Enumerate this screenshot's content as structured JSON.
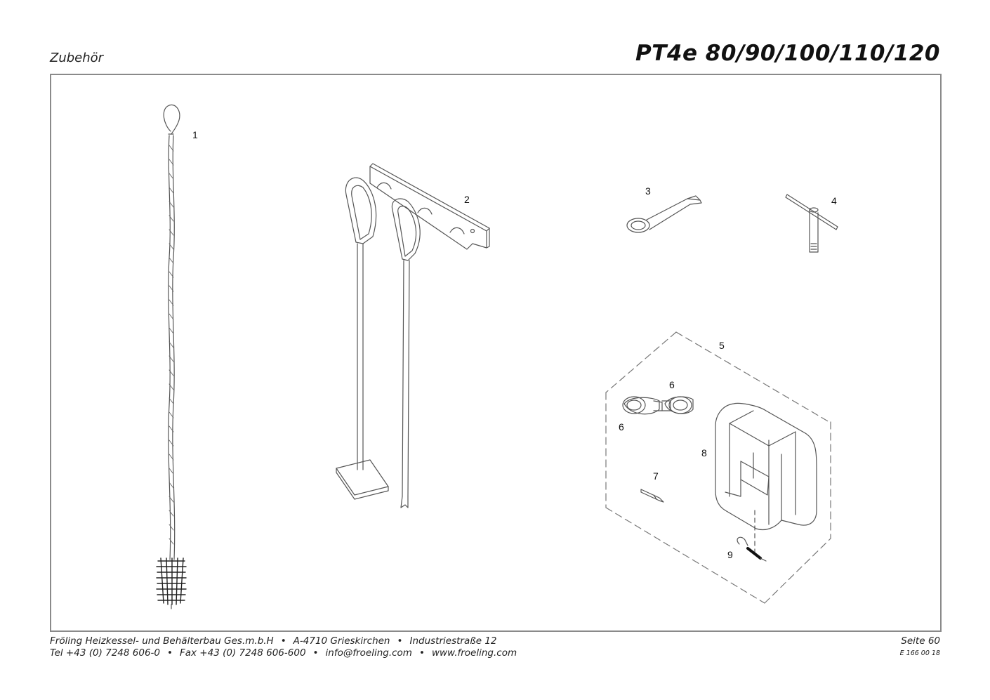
{
  "header": {
    "section": "Zubehör",
    "model": "PT4e 80/90/100/110/120"
  },
  "drawing": {
    "callouts": [
      "1",
      "2",
      "3",
      "4",
      "5",
      "6",
      "6",
      "7",
      "8",
      "9"
    ]
  },
  "footer": {
    "company": "Fröling Heizkessel- und Behälterbau Ges.m.b.H",
    "address_city": "A-4710 Grieskirchen",
    "address_street": "Industriestraße 12",
    "phone": "Tel +43 (0) 7248 606-0",
    "fax": "Fax +43 (0) 7248 606-600",
    "email": "info@froeling.com",
    "web": "www.froeling.com",
    "bullet": "•",
    "page": "Seite 60",
    "doc_number": "E 166 00 18"
  }
}
